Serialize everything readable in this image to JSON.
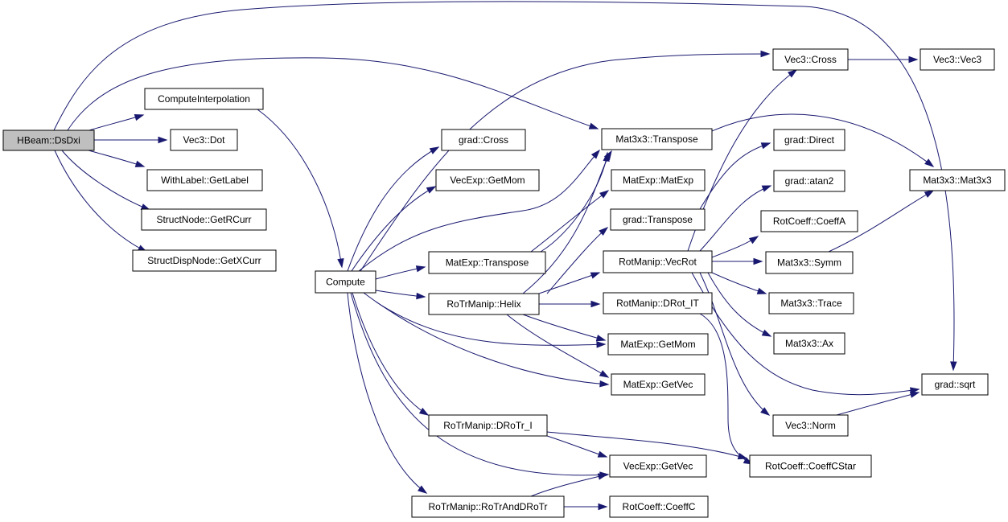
{
  "graph": {
    "root": "n0",
    "nodes": [
      {
        "id": "n0",
        "label": "HBeam::DsDxi"
      },
      {
        "id": "n1",
        "label": "ComputeInterpolation"
      },
      {
        "id": "n2",
        "label": "Vec3::Dot"
      },
      {
        "id": "n3",
        "label": "WithLabel::GetLabel"
      },
      {
        "id": "n4",
        "label": "StructNode::GetRCurr"
      },
      {
        "id": "n5",
        "label": "StructDispNode::GetXCurr"
      },
      {
        "id": "n6",
        "label": "Compute"
      },
      {
        "id": "n7",
        "label": "grad::Cross"
      },
      {
        "id": "n8",
        "label": "VecExp::GetMom"
      },
      {
        "id": "n9",
        "label": "MatExp::Transpose"
      },
      {
        "id": "n10",
        "label": "RoTrManip::Helix"
      },
      {
        "id": "n11",
        "label": "RoTrManip::DRoTr_I"
      },
      {
        "id": "n12",
        "label": "RoTrManip::RoTrAndDRoTr"
      },
      {
        "id": "n13",
        "label": "Mat3x3::Transpose"
      },
      {
        "id": "n14",
        "label": "MatExp::MatExp"
      },
      {
        "id": "n15",
        "label": "grad::Transpose"
      },
      {
        "id": "n16",
        "label": "RotManip::VecRot"
      },
      {
        "id": "n17",
        "label": "RotManip::DRot_IT"
      },
      {
        "id": "n18",
        "label": "MatExp::GetMom"
      },
      {
        "id": "n19",
        "label": "MatExp::GetVec"
      },
      {
        "id": "n20",
        "label": "VecExp::GetVec"
      },
      {
        "id": "n21",
        "label": "RotCoeff::CoeffC"
      },
      {
        "id": "n22",
        "label": "Vec3::Cross"
      },
      {
        "id": "n23",
        "label": "grad::Direct"
      },
      {
        "id": "n24",
        "label": "grad::atan2"
      },
      {
        "id": "n25",
        "label": "RotCoeff::CoeffA"
      },
      {
        "id": "n26",
        "label": "Mat3x3::Symm"
      },
      {
        "id": "n27",
        "label": "Mat3x3::Trace"
      },
      {
        "id": "n28",
        "label": "Mat3x3::Ax"
      },
      {
        "id": "n29",
        "label": "Vec3::Norm"
      },
      {
        "id": "n30",
        "label": "RotCoeff::CoeffCStar"
      },
      {
        "id": "n31",
        "label": "Vec3::Vec3"
      },
      {
        "id": "n32",
        "label": "Mat3x3::Mat3x3"
      },
      {
        "id": "n33",
        "label": "grad::sqrt"
      }
    ],
    "edges": [
      {
        "from": "n0",
        "to": "n1"
      },
      {
        "from": "n0",
        "to": "n2"
      },
      {
        "from": "n0",
        "to": "n3"
      },
      {
        "from": "n0",
        "to": "n4"
      },
      {
        "from": "n0",
        "to": "n5"
      },
      {
        "from": "n0",
        "to": "n13"
      },
      {
        "from": "n0",
        "to": "n33"
      },
      {
        "from": "n1",
        "to": "n6"
      },
      {
        "from": "n6",
        "to": "n7"
      },
      {
        "from": "n6",
        "to": "n8"
      },
      {
        "from": "n6",
        "to": "n9"
      },
      {
        "from": "n6",
        "to": "n10"
      },
      {
        "from": "n6",
        "to": "n11"
      },
      {
        "from": "n6",
        "to": "n12"
      },
      {
        "from": "n6",
        "to": "n13"
      },
      {
        "from": "n6",
        "to": "n18"
      },
      {
        "from": "n6",
        "to": "n19"
      },
      {
        "from": "n6",
        "to": "n20"
      },
      {
        "from": "n6",
        "to": "n22"
      },
      {
        "from": "n9",
        "to": "n13"
      },
      {
        "from": "n9",
        "to": "n14"
      },
      {
        "from": "n10",
        "to": "n13"
      },
      {
        "from": "n10",
        "to": "n15"
      },
      {
        "from": "n10",
        "to": "n16"
      },
      {
        "from": "n10",
        "to": "n17"
      },
      {
        "from": "n10",
        "to": "n18"
      },
      {
        "from": "n10",
        "to": "n19"
      },
      {
        "from": "n11",
        "to": "n20"
      },
      {
        "from": "n11",
        "to": "n30"
      },
      {
        "from": "n12",
        "to": "n20"
      },
      {
        "from": "n12",
        "to": "n21"
      },
      {
        "from": "n13",
        "to": "n32"
      },
      {
        "from": "n15",
        "to": "n23"
      },
      {
        "from": "n16",
        "to": "n22"
      },
      {
        "from": "n16",
        "to": "n24"
      },
      {
        "from": "n16",
        "to": "n25"
      },
      {
        "from": "n16",
        "to": "n26"
      },
      {
        "from": "n16",
        "to": "n27"
      },
      {
        "from": "n16",
        "to": "n28"
      },
      {
        "from": "n16",
        "to": "n29"
      },
      {
        "from": "n16",
        "to": "n33"
      },
      {
        "from": "n17",
        "to": "n30"
      },
      {
        "from": "n22",
        "to": "n31"
      },
      {
        "from": "n26",
        "to": "n32"
      },
      {
        "from": "n29",
        "to": "n33"
      }
    ],
    "colors": {
      "edge": "#191970",
      "root_fill": "#bfbfbf",
      "node_fill": "#ffffff",
      "node_border": "#000000"
    }
  }
}
